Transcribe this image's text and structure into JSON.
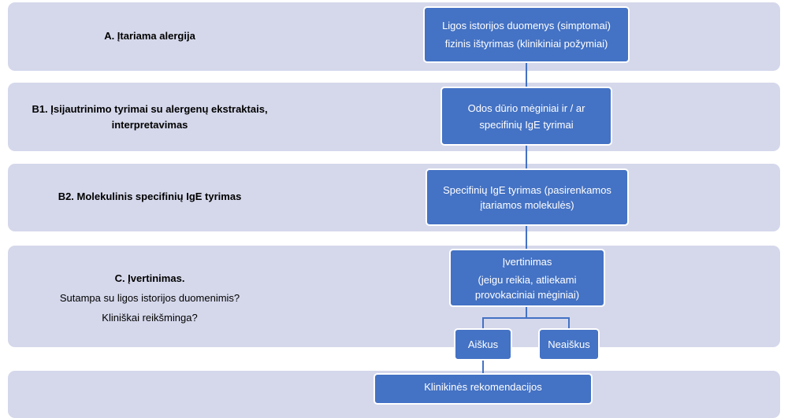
{
  "bands": [
    {
      "label": "A. Įtariama alergija"
    },
    {
      "label": "B1. Įsijautrinimo tyrimai su alergenų ekstraktais, interpretavimas"
    },
    {
      "label": "B2. Molekulinis specifinių IgE tyrimas"
    },
    {
      "title": "C. Įvertinimas.",
      "line1": "Sutampa su ligos istorijos duomenimis?",
      "line2": "Kliniškai reikšminga?"
    },
    {
      "label": ""
    }
  ],
  "boxes": {
    "history": {
      "line1": "Ligos istorijos duomenys (simptomai)",
      "line2": "fizinis ištyrimas (klinikiniai požymiai)"
    },
    "skin": {
      "line1": "Odos dūrio mėginiai ir / ar",
      "line2": "specifinių IgE tyrimai"
    },
    "sige": {
      "line1": "Specifinių IgE tyrimas (pasirenkamos",
      "line2": "įtariamos molekulės)"
    },
    "evaluation": {
      "line1": "Įvertinimas",
      "line2": "(jeigu reikia, atliekami",
      "line3": "provokaciniai mėginiai)"
    },
    "clear": {
      "label": "Aiškus"
    },
    "unclear": {
      "label": "Neaiškus"
    },
    "recommendations": {
      "label": "Klinikinės rekomendacijos"
    }
  },
  "colors": {
    "band": "#d5d8eb",
    "box": "#4472c4",
    "connector": "#4472c4"
  }
}
